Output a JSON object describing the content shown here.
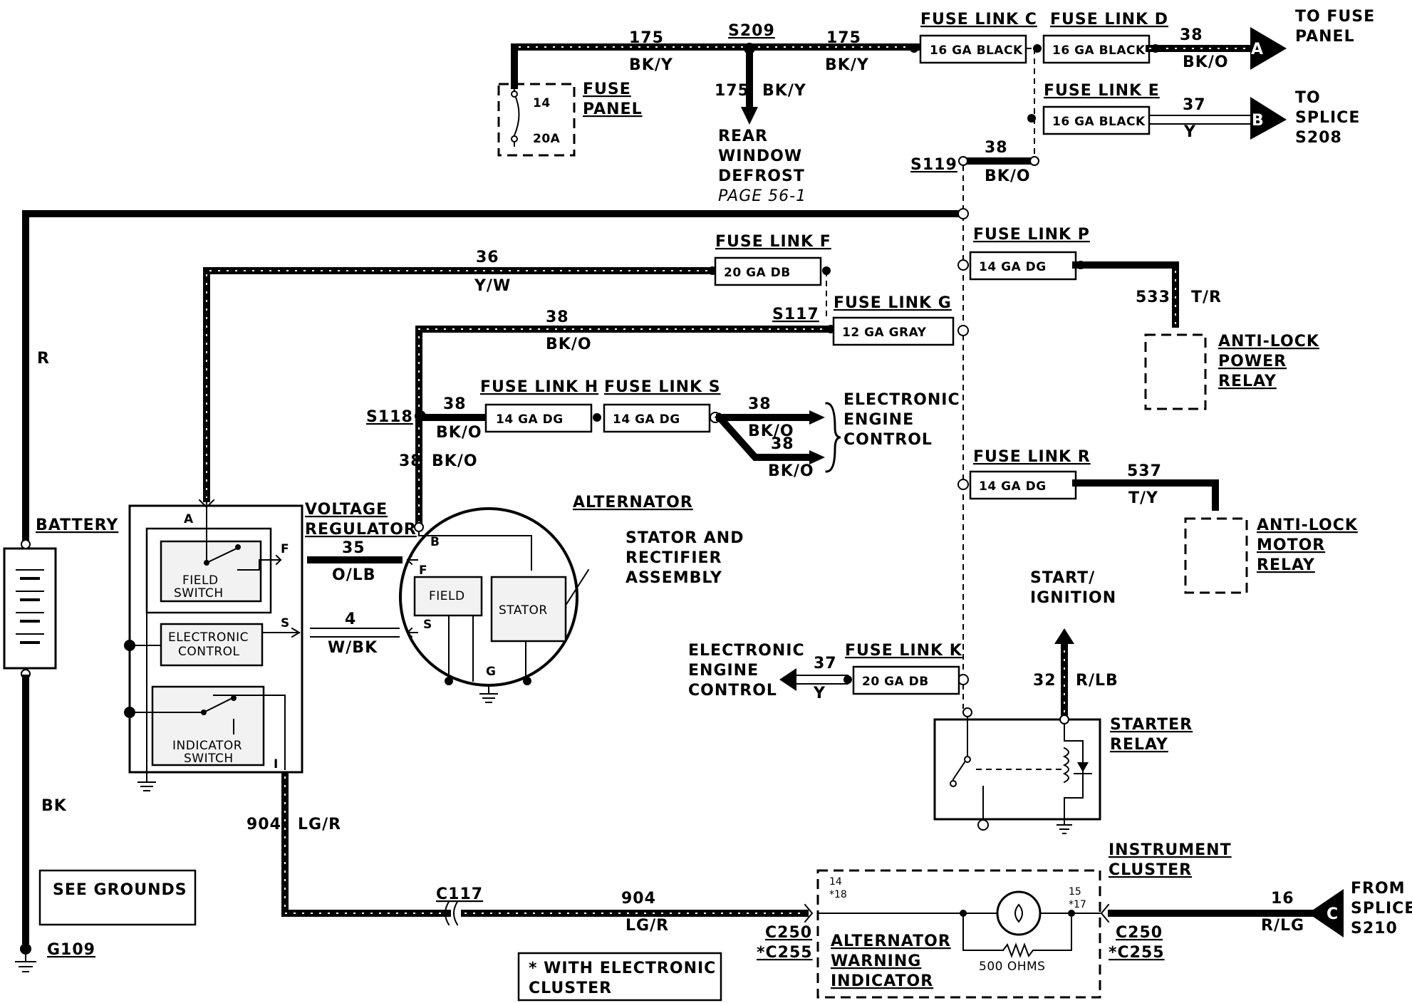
{
  "fuse_links": {
    "C": {
      "title": "FUSE LINK C",
      "gauge": "16 GA BLACK"
    },
    "D": {
      "title": "FUSE LINK D",
      "gauge": "16 GA BLACK"
    },
    "E": {
      "title": "FUSE LINK E",
      "gauge": "16 GA BLACK"
    },
    "F": {
      "title": "FUSE LINK F",
      "gauge": "20 GA DB"
    },
    "G": {
      "title": "FUSE LINK G",
      "gauge": "12 GA GRAY"
    },
    "H": {
      "title": "FUSE LINK H",
      "gauge": "14 GA DG"
    },
    "S": {
      "title": "FUSE LINK S",
      "gauge": "14 GA DG"
    },
    "P": {
      "title": "FUSE LINK P",
      "gauge": "14 GA DG"
    },
    "R": {
      "title": "FUSE LINK R",
      "gauge": "14 GA DG"
    },
    "K": {
      "title": "FUSE LINK K",
      "gauge": "20 GA DB"
    }
  },
  "splices": {
    "s209": "S209",
    "s119": "S119",
    "s117": "S117",
    "s118": "S118"
  },
  "wires": {
    "w175a": "175",
    "w175a_color": "BK/Y",
    "w175b": "175",
    "w175b_color": "BK/Y",
    "w175c": "175",
    "w175c_color": "BK/Y",
    "w38d": "38",
    "w38d_color": "BK/O",
    "w37e": "37",
    "w37e_color": "Y",
    "w38s119": "38",
    "w38s119_color": "BK/O",
    "w36": "36",
    "w36_color": "Y/W",
    "w38g": "38",
    "w38g_color": "BK/O",
    "w38h": "38",
    "w38h_color": "BK/O",
    "w38ec1": "38",
    "w38ec1_color": "BK/O",
    "w38ec2": "38",
    "w38ec2_color": "BK/O",
    "w38v": "38",
    "w38v_color": "BK/O",
    "w533": "533",
    "w533_color": "T/R",
    "w537": "537",
    "w537_color": "T/Y",
    "w35": "35",
    "w35_color": "O/LB",
    "w4": "4",
    "w4_color": "W/BK",
    "w37k": "37",
    "w37k_color": "Y",
    "w32": "32",
    "w32_color": "R/LB",
    "w904a": "904",
    "w904a_color": "LG/R",
    "w904b": "904",
    "w904b_color": "LG/R",
    "w16": "16",
    "w16_color": "R/LG",
    "r": "R",
    "bk": "BK"
  },
  "fuse_panel": {
    "label": "FUSE PANEL",
    "num": "14",
    "amps": "20A"
  },
  "rear_defrost": {
    "l1": "REAR",
    "l2": "WINDOW",
    "l3": "DEFROST",
    "page": "PAGE 56-1"
  },
  "to_fuse_panel": {
    "l1": "TO FUSE",
    "l2": "PANEL",
    "letter": "A"
  },
  "to_splice": {
    "l1": "TO",
    "l2": "SPLICE",
    "l3": "S208",
    "letter": "B"
  },
  "from_splice": {
    "l1": "FROM",
    "l2": "SPLICE",
    "l3": "S210",
    "letter": "C"
  },
  "eec1": {
    "l1": "ELECTRONIC",
    "l2": "ENGINE",
    "l3": "CONTROL"
  },
  "eec2": {
    "l1": "ELECTRONIC",
    "l2": "ENGINE",
    "l3": "CONTROL"
  },
  "abs_power": {
    "l1": "ANTI-LOCK",
    "l2": "POWER",
    "l3": "RELAY"
  },
  "abs_motor": {
    "l1": "ANTI-LOCK",
    "l2": "MOTOR",
    "l3": "RELAY"
  },
  "start_ign": {
    "l1": "START/",
    "l2": "IGNITION"
  },
  "starter_relay": {
    "l1": "STARTER",
    "l2": "RELAY"
  },
  "battery": "BATTERY",
  "voltage_reg": {
    "l1": "VOLTAGE",
    "l2": "REGULATOR",
    "field_switch_1": "FIELD",
    "field_switch_2": "SWITCH",
    "ec_1": "ELECTRONIC",
    "ec_2": "CONTROL",
    "ind_1": "INDICATOR",
    "ind_2": "SWITCH",
    "pin_a": "A",
    "pin_f": "F",
    "pin_s": "S",
    "pin_i": "I"
  },
  "alternator": {
    "title": "ALTERNATOR",
    "stator_1": "STATOR AND",
    "stator_2": "RECTIFIER",
    "stator_3": "ASSEMBLY",
    "field": "FIELD",
    "stator": "STATOR",
    "pin_b": "B",
    "pin_f": "F",
    "pin_s": "S",
    "pin_g": "G"
  },
  "instrument_cluster": {
    "l1": "INSTRUMENT",
    "l2": "CLUSTER",
    "awi_1": "ALTERNATOR",
    "awi_2": "WARNING",
    "awi_3": "INDICATOR",
    "ohms": "500 OHMS",
    "pins_l1": "14",
    "pins_l2": "*18",
    "pins_r1": "15",
    "pins_r2": "*17"
  },
  "connectors": {
    "c117": "C117",
    "c250l": "C250",
    "c255l": "*C255",
    "c250r": "C250",
    "c255r": "*C255"
  },
  "see_grounds": "SEE GROUNDS",
  "g109": "G109",
  "note": {
    "l1": "* WITH ELECTRONIC",
    "l2": "CLUSTER"
  }
}
